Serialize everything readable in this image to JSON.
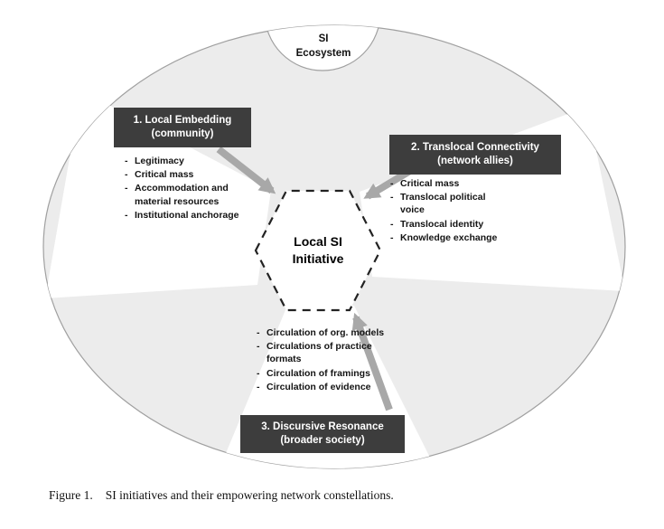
{
  "ecosystem": {
    "line1": "SI",
    "line2": "Ecosystem"
  },
  "center": {
    "line1": "Local SI",
    "line2": "Initiative"
  },
  "groups": [
    {
      "title_line1": "1. Local Embedding",
      "title_line2": "(community)",
      "items": [
        "Legitimacy",
        "Critical mass",
        "Accommodation and material resources",
        "Institutional anchorage"
      ]
    },
    {
      "title_line1": "2. Translocal Connectivity",
      "title_line2": "(network allies)",
      "items": [
        "Critical mass",
        "Translocal political voice",
        "Translocal identity",
        "Knowledge exchange"
      ]
    },
    {
      "title_line1": "3. Discursive Resonance",
      "title_line2": "(broader society)",
      "items": [
        "Circulation of org. models",
        "Circulations of practice formats",
        "Circulation of framings",
        "Circulation of evidence"
      ]
    }
  ],
  "caption": {
    "label": "Figure 1.",
    "text": "SI initiatives and their empowering network constellations."
  },
  "colors": {
    "ellipse_fill": "#ececec",
    "ellipse_stroke": "#a0a0a0",
    "beam_fill": "#ffffff",
    "box_bg": "#3d3d3d",
    "box_text": "#ffffff",
    "arrow": "#a8a8a8",
    "hexagon_border": "#222222"
  }
}
